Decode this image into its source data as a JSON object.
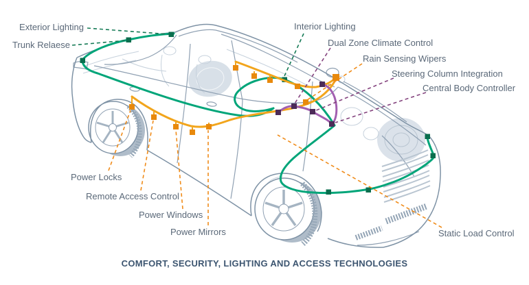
{
  "diagram": {
    "caption": "COMFORT, SECURITY, LIGHTING AND ACCESS TECHNOLOGIES",
    "labels": {
      "exterior_lighting": "Exterior Lighting",
      "trunk_release": "Trunk Relaese",
      "interior_lighting": "Interior Lighting",
      "dual_zone_climate": "Dual Zone Climate Control",
      "rain_sensing_wipers": "Rain Sensing Wipers",
      "steering_column": "Steering Column Integration",
      "central_body_controller": "Central Body Controller",
      "power_locks": "Power Locks",
      "remote_access_control": "Remote Access Control",
      "power_windows": "Power Windows",
      "power_mirrors": "Power Mirrors",
      "static_load_control": "Static Load Control"
    },
    "colors": {
      "wire_green": "#00A579",
      "node_green": "#0A6E4E",
      "dash_green": "#147A55",
      "wire_orange": "#F2A51C",
      "node_orange": "#E8890C",
      "dash_orange": "#F08C1A",
      "wire_purple": "#A25FB0",
      "node_purple": "#4C2B58",
      "dash_purple": "#84437E",
      "car_line": "#7E92A5",
      "car_line_light": "#C6D1DC",
      "label_text": "#5A6878",
      "caption_text": "#3C5570"
    }
  }
}
